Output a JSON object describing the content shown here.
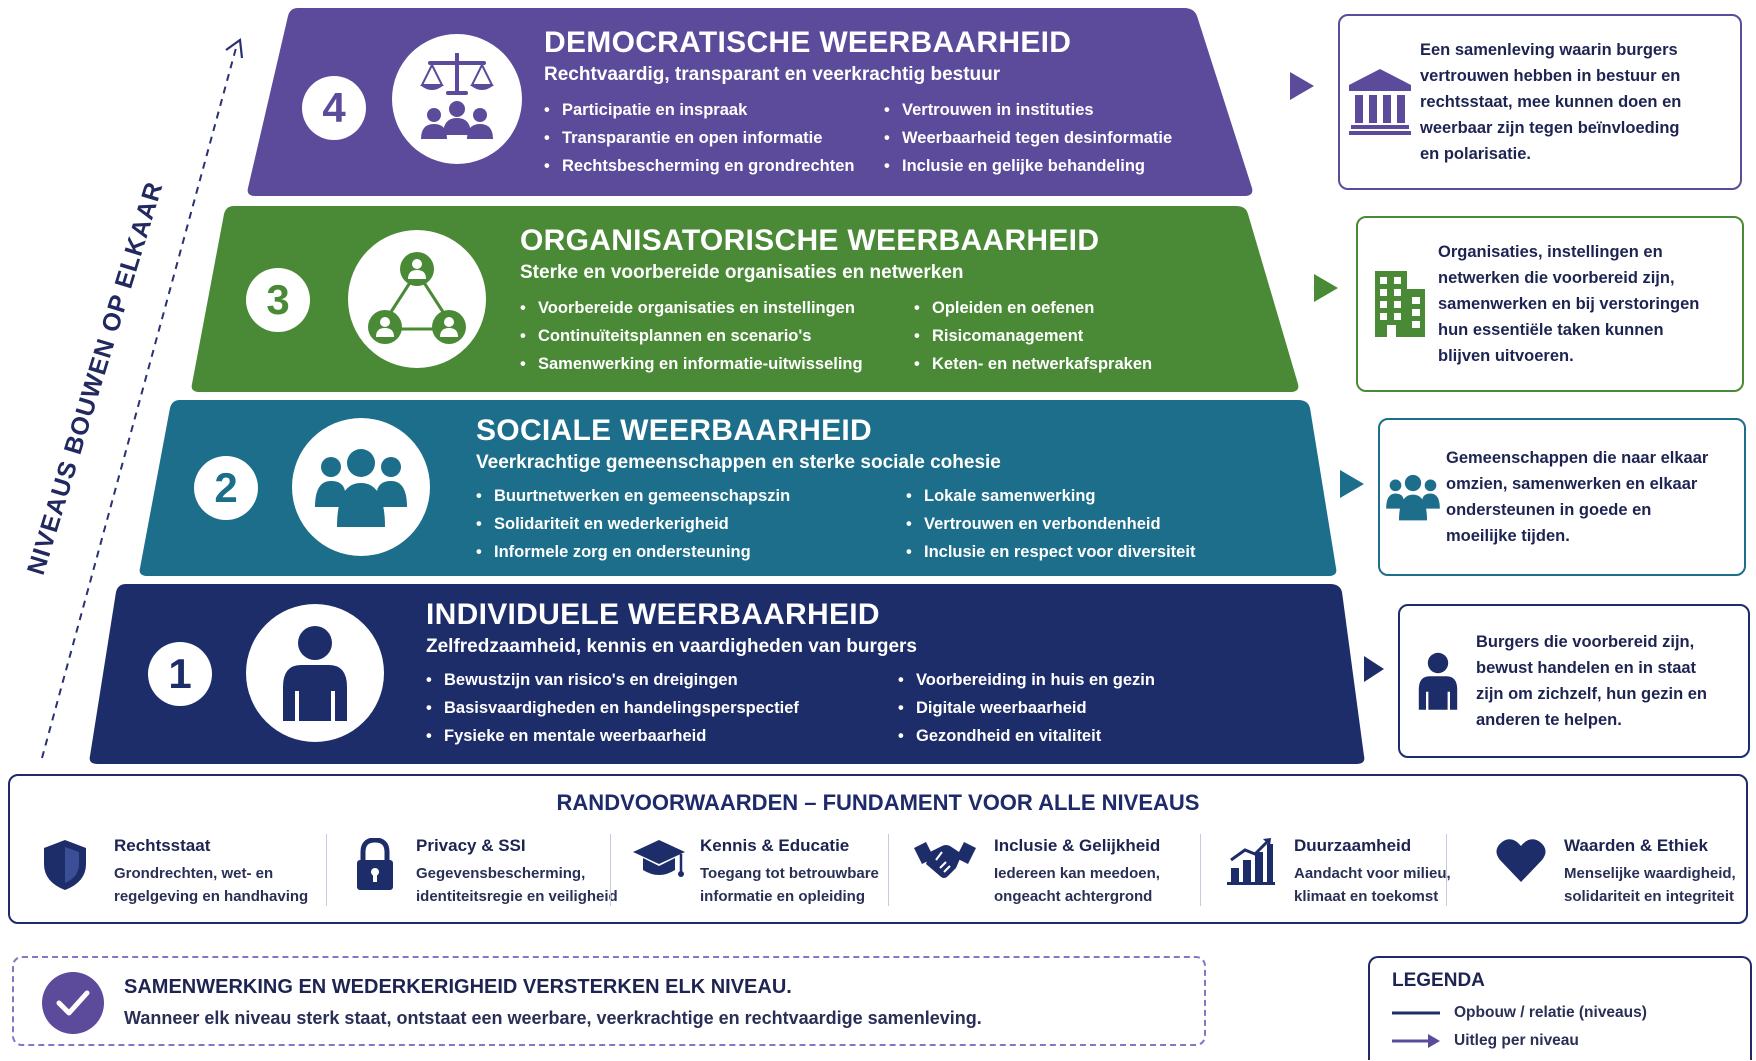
{
  "axis_label": "NIVEAUS BOUWEN OP ELKAAR",
  "levels": [
    {
      "number": "4",
      "title": "DEMOCRATISCHE WEERBAARHEID",
      "subtitle": "Rechtvaardig, transparant en veerkrachtig bestuur",
      "bullets_left": [
        "Participatie en inspraak",
        "Transparantie en open informatie",
        "Rechtsbescherming en grondrechten"
      ],
      "bullets_right": [
        "Vertrouwen in instituties",
        "Weerbaarheid tegen desinformatie",
        "Inclusie en gelijke behandeling"
      ],
      "description": "Een samenleving waarin burgers vertrouwen hebben in bestuur en rechtsstaat, mee kunnen doen en weerbaar zijn tegen beïnvloeding en polarisatie.",
      "color": "#5c4b9b",
      "icon": "justice-scales-people-icon",
      "desc_icon": "institution-building-icon"
    },
    {
      "number": "3",
      "title": "ORGANISATORISCHE WEERBAARHEID",
      "subtitle": "Sterke en voorbereide organisaties en netwerken",
      "bullets_left": [
        "Voorbereide organisaties en instellingen",
        "Continuïteitsplannen en scenario's",
        "Samenwerking en informatie-uitwisseling"
      ],
      "bullets_right": [
        "Opleiden en oefenen",
        "Risicomanagement",
        "Keten- en netwerkafspraken"
      ],
      "description": "Organisaties, instellingen en netwerken die voorbereid zijn, samenwerken en bij verstoringen hun essentiële taken kunnen blijven uitvoeren.",
      "color": "#4a8a36",
      "icon": "network-people-icon",
      "desc_icon": "office-building-icon"
    },
    {
      "number": "2",
      "title": "SOCIALE WEERBAARHEID",
      "subtitle": "Veerkrachtige gemeenschappen en sterke sociale cohesie",
      "bullets_left": [
        "Buurtnetwerken en gemeenschapszin",
        "Solidariteit en wederkerigheid",
        "Informele zorg en ondersteuning"
      ],
      "bullets_right": [
        "Lokale samenwerking",
        "Vertrouwen en verbondenheid",
        "Inclusie en respect voor diversiteit"
      ],
      "description": "Gemeenschappen die naar elkaar omzien, samenwerken en elkaar ondersteunen in goede en moeilijke tijden.",
      "color": "#1c6e8a",
      "icon": "group-people-icon",
      "desc_icon": "group-people-icon"
    },
    {
      "number": "1",
      "title": "INDIVIDUELE WEERBAARHEID",
      "subtitle": "Zelfredzaamheid, kennis en vaardigheden van burgers",
      "bullets_left": [
        "Bewustzijn van risico's en dreigingen",
        "Basisvaardigheden en handelingsperspectief",
        "Fysieke en mentale weerbaarheid"
      ],
      "bullets_right": [
        "Voorbereiding in huis en gezin",
        "Digitale weerbaarheid",
        "Gezondheid en vitaliteit"
      ],
      "description": "Burgers die voorbereid zijn, bewust handelen en in staat zijn om zichzelf, hun gezin en anderen te helpen.",
      "color": "#1d2d69",
      "icon": "person-icon",
      "desc_icon": "person-icon"
    }
  ],
  "foundation": {
    "title": "RANDVOORWAARDEN – FUNDAMENT VOOR ALLE NIVEAUS",
    "pillars": [
      {
        "title": "Rechtsstaat",
        "line1": "Grondrechten, wet- en",
        "line2": "regelgeving en handhaving",
        "icon": "shield-icon"
      },
      {
        "title": "Privacy & SSI",
        "line1": "Gegevensbescherming,",
        "line2": "identiteitsregie en veiligheid",
        "icon": "lock-icon"
      },
      {
        "title": "Kennis & Educatie",
        "line1": "Toegang tot betrouwbare",
        "line2": "informatie en opleiding",
        "icon": "graduation-cap-icon"
      },
      {
        "title": "Inclusie & Gelijkheid",
        "line1": "Iedereen kan meedoen,",
        "line2": "ongeacht achtergrond",
        "icon": "handshake-icon"
      },
      {
        "title": "Duurzaamheid",
        "line1": "Aandacht voor milieu,",
        "line2": "klimaat en toekomst",
        "icon": "growth-chart-icon"
      },
      {
        "title": "Waarden & Ethiek",
        "line1": "Menselijke waardigheid,",
        "line2": "solidariteit en integriteit",
        "icon": "heart-icon"
      }
    ]
  },
  "cooperation": {
    "title": "SAMENWERKING EN WEDERKERIGHEID VERSTERKEN ELK NIVEAU.",
    "text": "Wanneer elk niveau sterk staat, ontstaat een weerbare, veerkrachtige en rechtvaardige samenleving.",
    "icon": "checkmark-icon"
  },
  "legend": {
    "title": "LEGENDA",
    "items": [
      {
        "label": "Opbouw / relatie (niveaus)",
        "icon": "line-icon"
      },
      {
        "label": "Uitleg per niveau",
        "icon": "arrow-icon"
      }
    ]
  }
}
